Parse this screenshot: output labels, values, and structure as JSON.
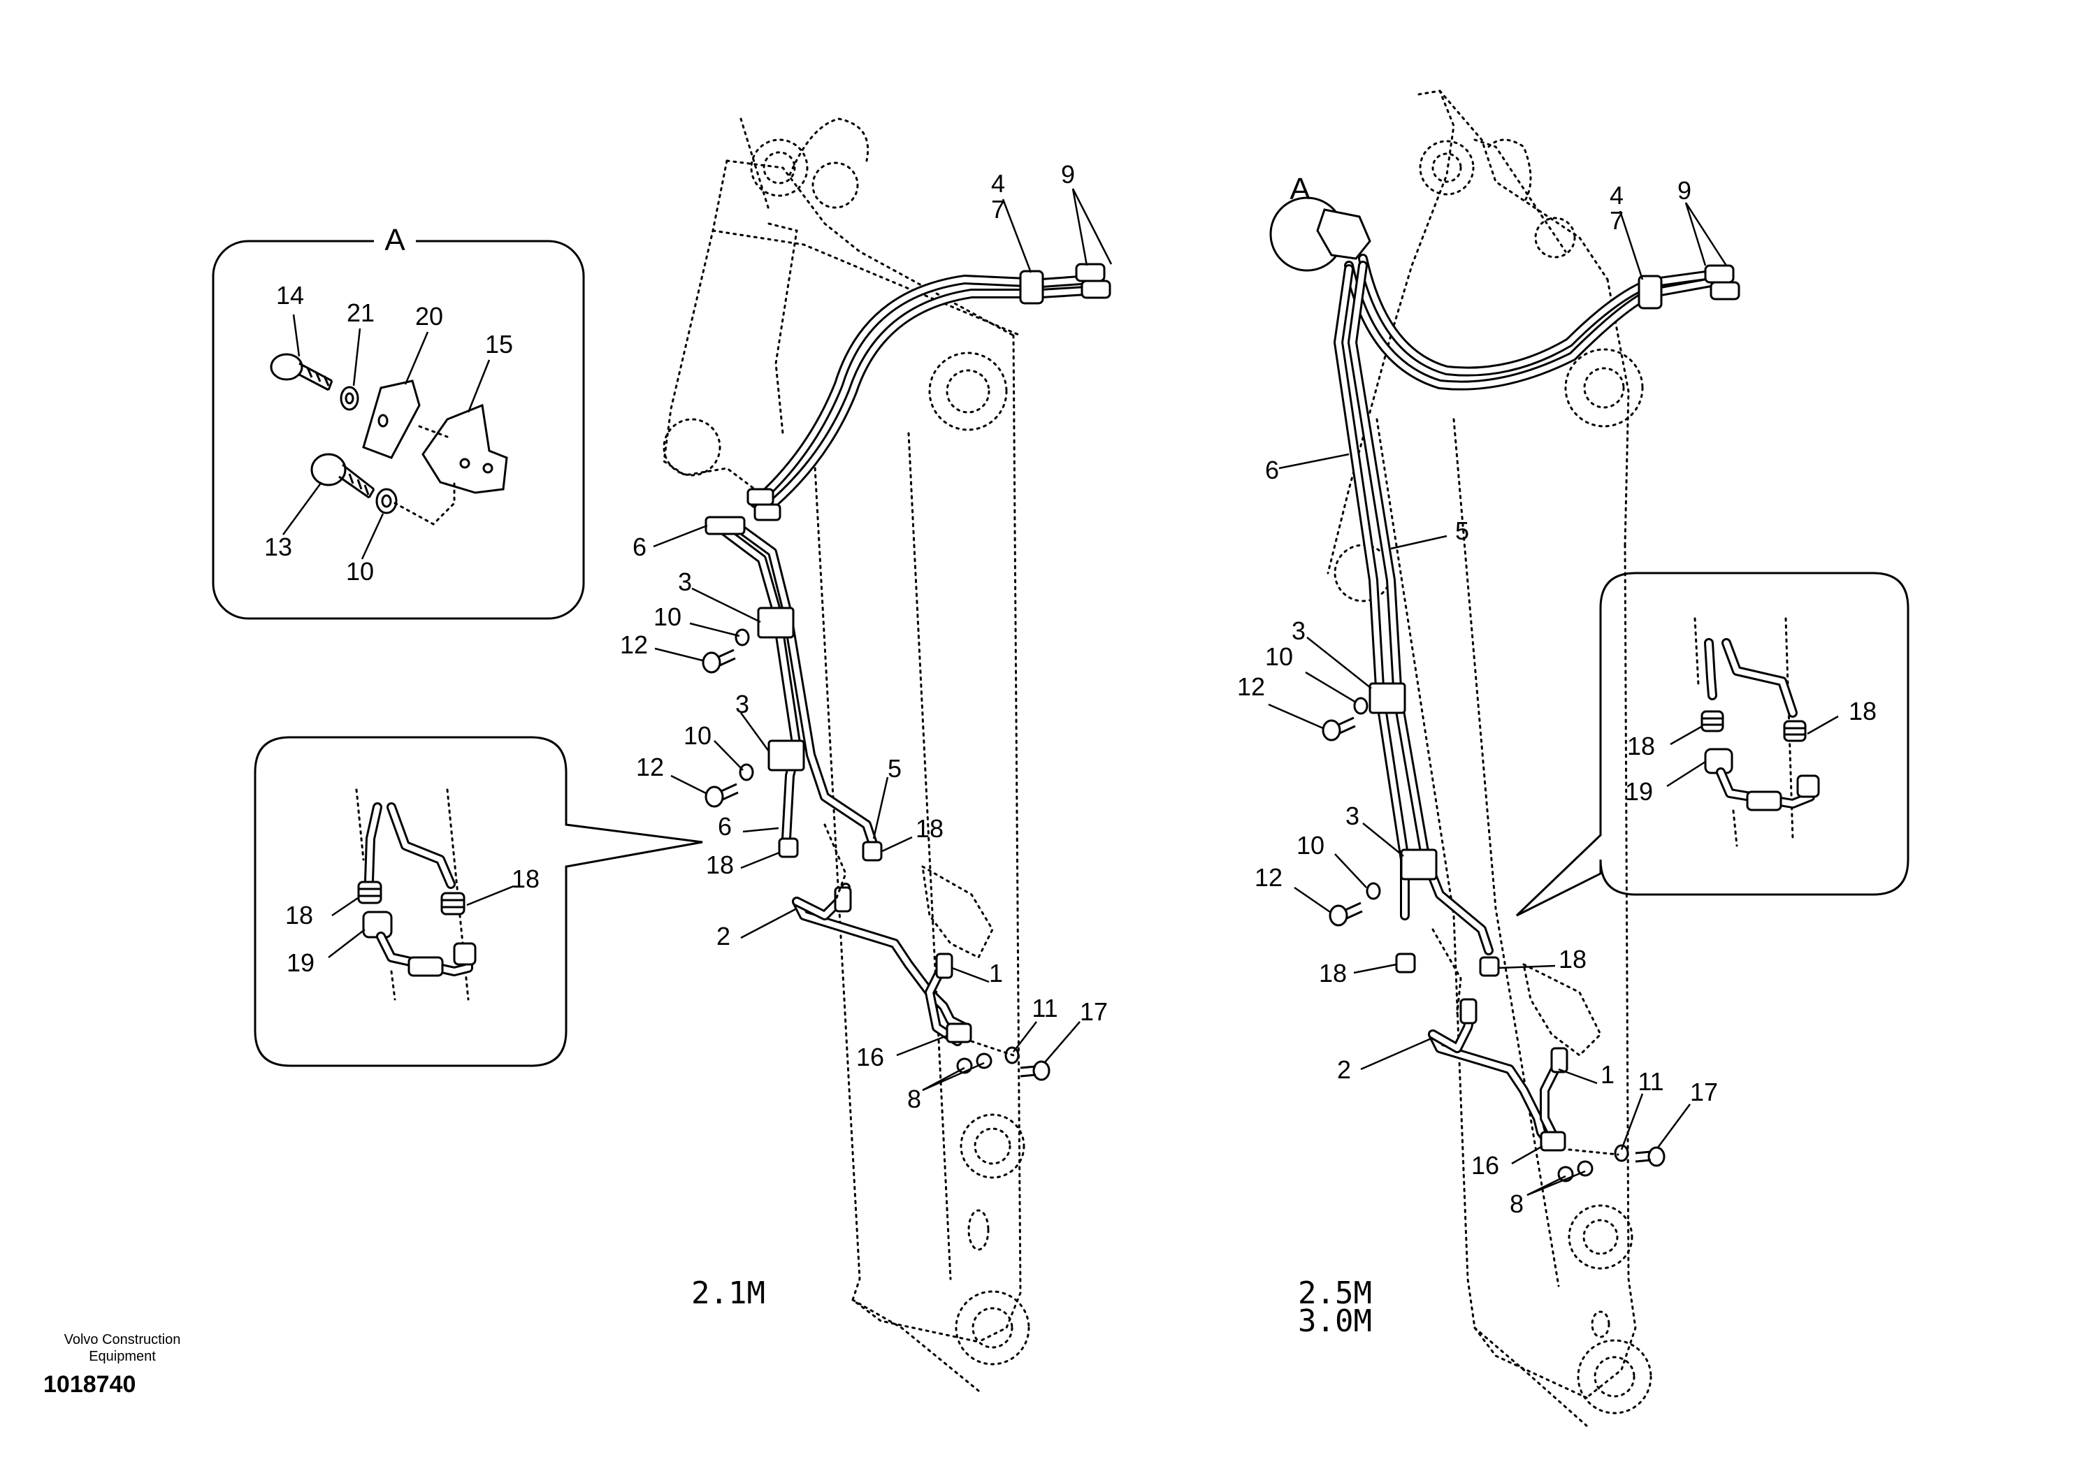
{
  "detail_a": {
    "title": "A",
    "callouts": [
      "14",
      "21",
      "20",
      "15",
      "13",
      "10"
    ]
  },
  "detail_b": {
    "callouts": [
      "18",
      "18",
      "19"
    ]
  },
  "detail_c": {
    "callouts": [
      "18",
      "18",
      "19"
    ]
  },
  "left_arm": {
    "variant_label": "2.1M",
    "callouts": [
      "4",
      "7",
      "9",
      "6",
      "3",
      "10",
      "12",
      "3",
      "10",
      "12",
      "5",
      "6",
      "18",
      "18",
      "2",
      "1",
      "11",
      "17",
      "16",
      "8"
    ]
  },
  "right_arm": {
    "variant_label_line1": "2.5M",
    "variant_label_line2": "3.0M",
    "detail_marker": "A",
    "callouts": [
      "4",
      "7",
      "9",
      "6",
      "5",
      "3",
      "10",
      "12",
      "3",
      "10",
      "12",
      "18",
      "18",
      "2",
      "1",
      "11",
      "17",
      "16",
      "8"
    ]
  },
  "footer": {
    "maker_line1": "Volvo Construction",
    "maker_line2": "Equipment",
    "drawing_number": "1018740"
  }
}
